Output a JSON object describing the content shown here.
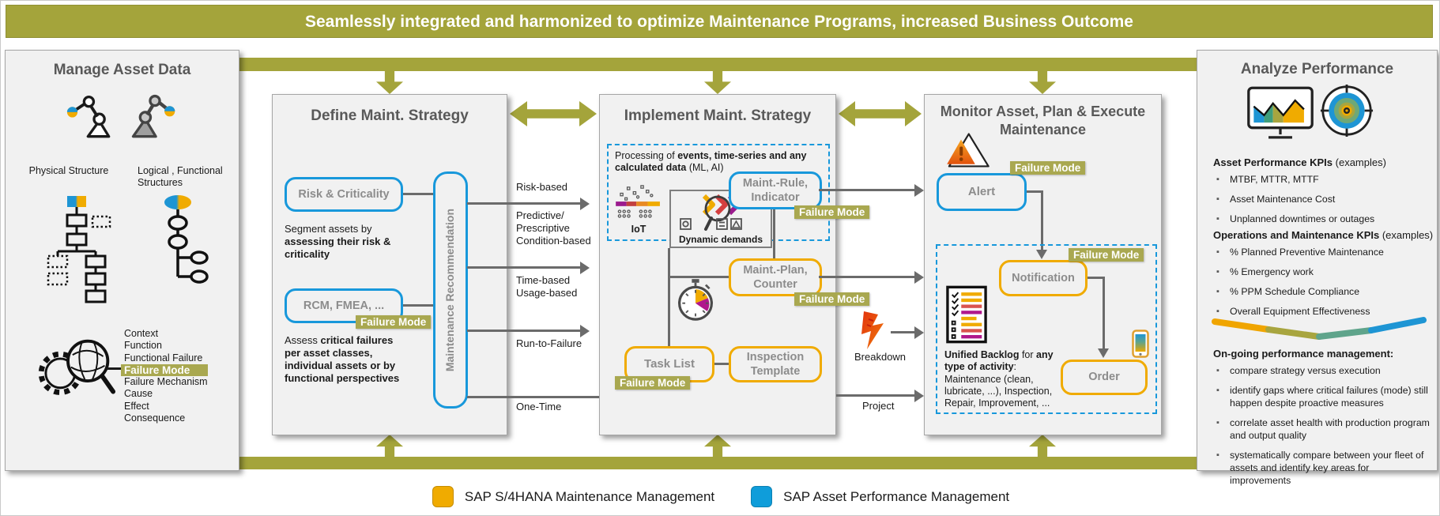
{
  "banner": {
    "title": "Seamlessly integrated and harmonized to optimize Maintenance Programs, increased Business Outcome"
  },
  "badges": {
    "failure_mode": "Failure Mode"
  },
  "colors": {
    "olive": "#a4a43b",
    "sap_blue": "#1898db",
    "sap_gold": "#f0ab00",
    "arrow_gray": "#6b6b6b",
    "panel_bg": "#f1f1f1"
  },
  "manage": {
    "title": "Manage Asset Data",
    "physical_label": "Physical Structure",
    "logical_label": "Logical , Functional\nStructures",
    "items": [
      "Context",
      "Function",
      "Functional Failure",
      "Failure Mode",
      "Failure Mechanism",
      "Cause",
      "Effect",
      "Consequence"
    ]
  },
  "define": {
    "title": "Define Maint. Strategy",
    "risk_box": "Risk & Criticality",
    "risk_desc_1": "Segment assets by",
    "risk_desc_2": "assessing their risk & criticality",
    "rcm_box": "RCM, FMEA, ...",
    "rcm_desc_1": "Assess",
    "rcm_desc_2": "critical failures per  asset classes, individual assets or by functional perspectives",
    "recommendation_box": "Maintenance Recommendation"
  },
  "outputs": {
    "risk_based": "Risk-based",
    "predictive": "Predictive/\nPrescriptive\nCondition-based",
    "time_based": "Time-based\nUsage-based",
    "run_to_failure": "Run-to-Failure",
    "one_time": "One-Time"
  },
  "implement": {
    "title": "Implement Maint. Strategy",
    "processing_1": "Processing of",
    "processing_2": "events, time-series and any calculated data",
    "processing_3": "(ML, AI)",
    "iot_label": "IoT",
    "dynamic_label": "Dynamic demands",
    "rule_box": "Maint.-Rule,\nIndicator",
    "plan_box": "Maint.-Plan,\nCounter",
    "tasklist_box": "Task List",
    "inspection_box": "Inspection\nTemplate"
  },
  "transfer": {
    "breakdown": "Breakdown",
    "project": "Project"
  },
  "monitor": {
    "title": "Monitor Asset, Plan & Execute\nMaintenance",
    "alert_box": "Alert",
    "notification_box": "Notification",
    "order_box": "Order",
    "backlog_1": "Unified Backlog",
    "backlog_2": "for",
    "backlog_3": "any type of activity",
    "backlog_4": ": Maintenance (clean, lubricate, ...),  Inspection, Repair, Improvement, ..."
  },
  "analyze": {
    "title": "Analyze Performance",
    "kpi1_heading": "Asset Performance KPIs",
    "kpi1_examples": "(examples)",
    "kpi1_items": [
      "MTBF, MTTR, MTTF",
      "Asset Maintenance Cost",
      "Unplanned downtimes or outages"
    ],
    "kpi2_heading": "Operations and Maintenance KPIs",
    "kpi2_examples": "(examples)",
    "kpi2_items": [
      "% Planned Preventive Maintenance",
      "% Emergency work",
      "% PPM Schedule Compliance",
      "Overall Equipment Effectiveness"
    ],
    "ongoing_heading": "On-going performance management:",
    "ongoing_items": [
      "compare strategy versus execution",
      "identify gaps where critical failures (mode) still happen despite proactive measures",
      "correlate asset health with production program and output quality",
      "systematically compare between your fleet of assets and identify key areas for improvements"
    ]
  },
  "legend": {
    "s4hana": "SAP S/4HANA Maintenance Management",
    "apm": "SAP Asset Performance Management"
  }
}
